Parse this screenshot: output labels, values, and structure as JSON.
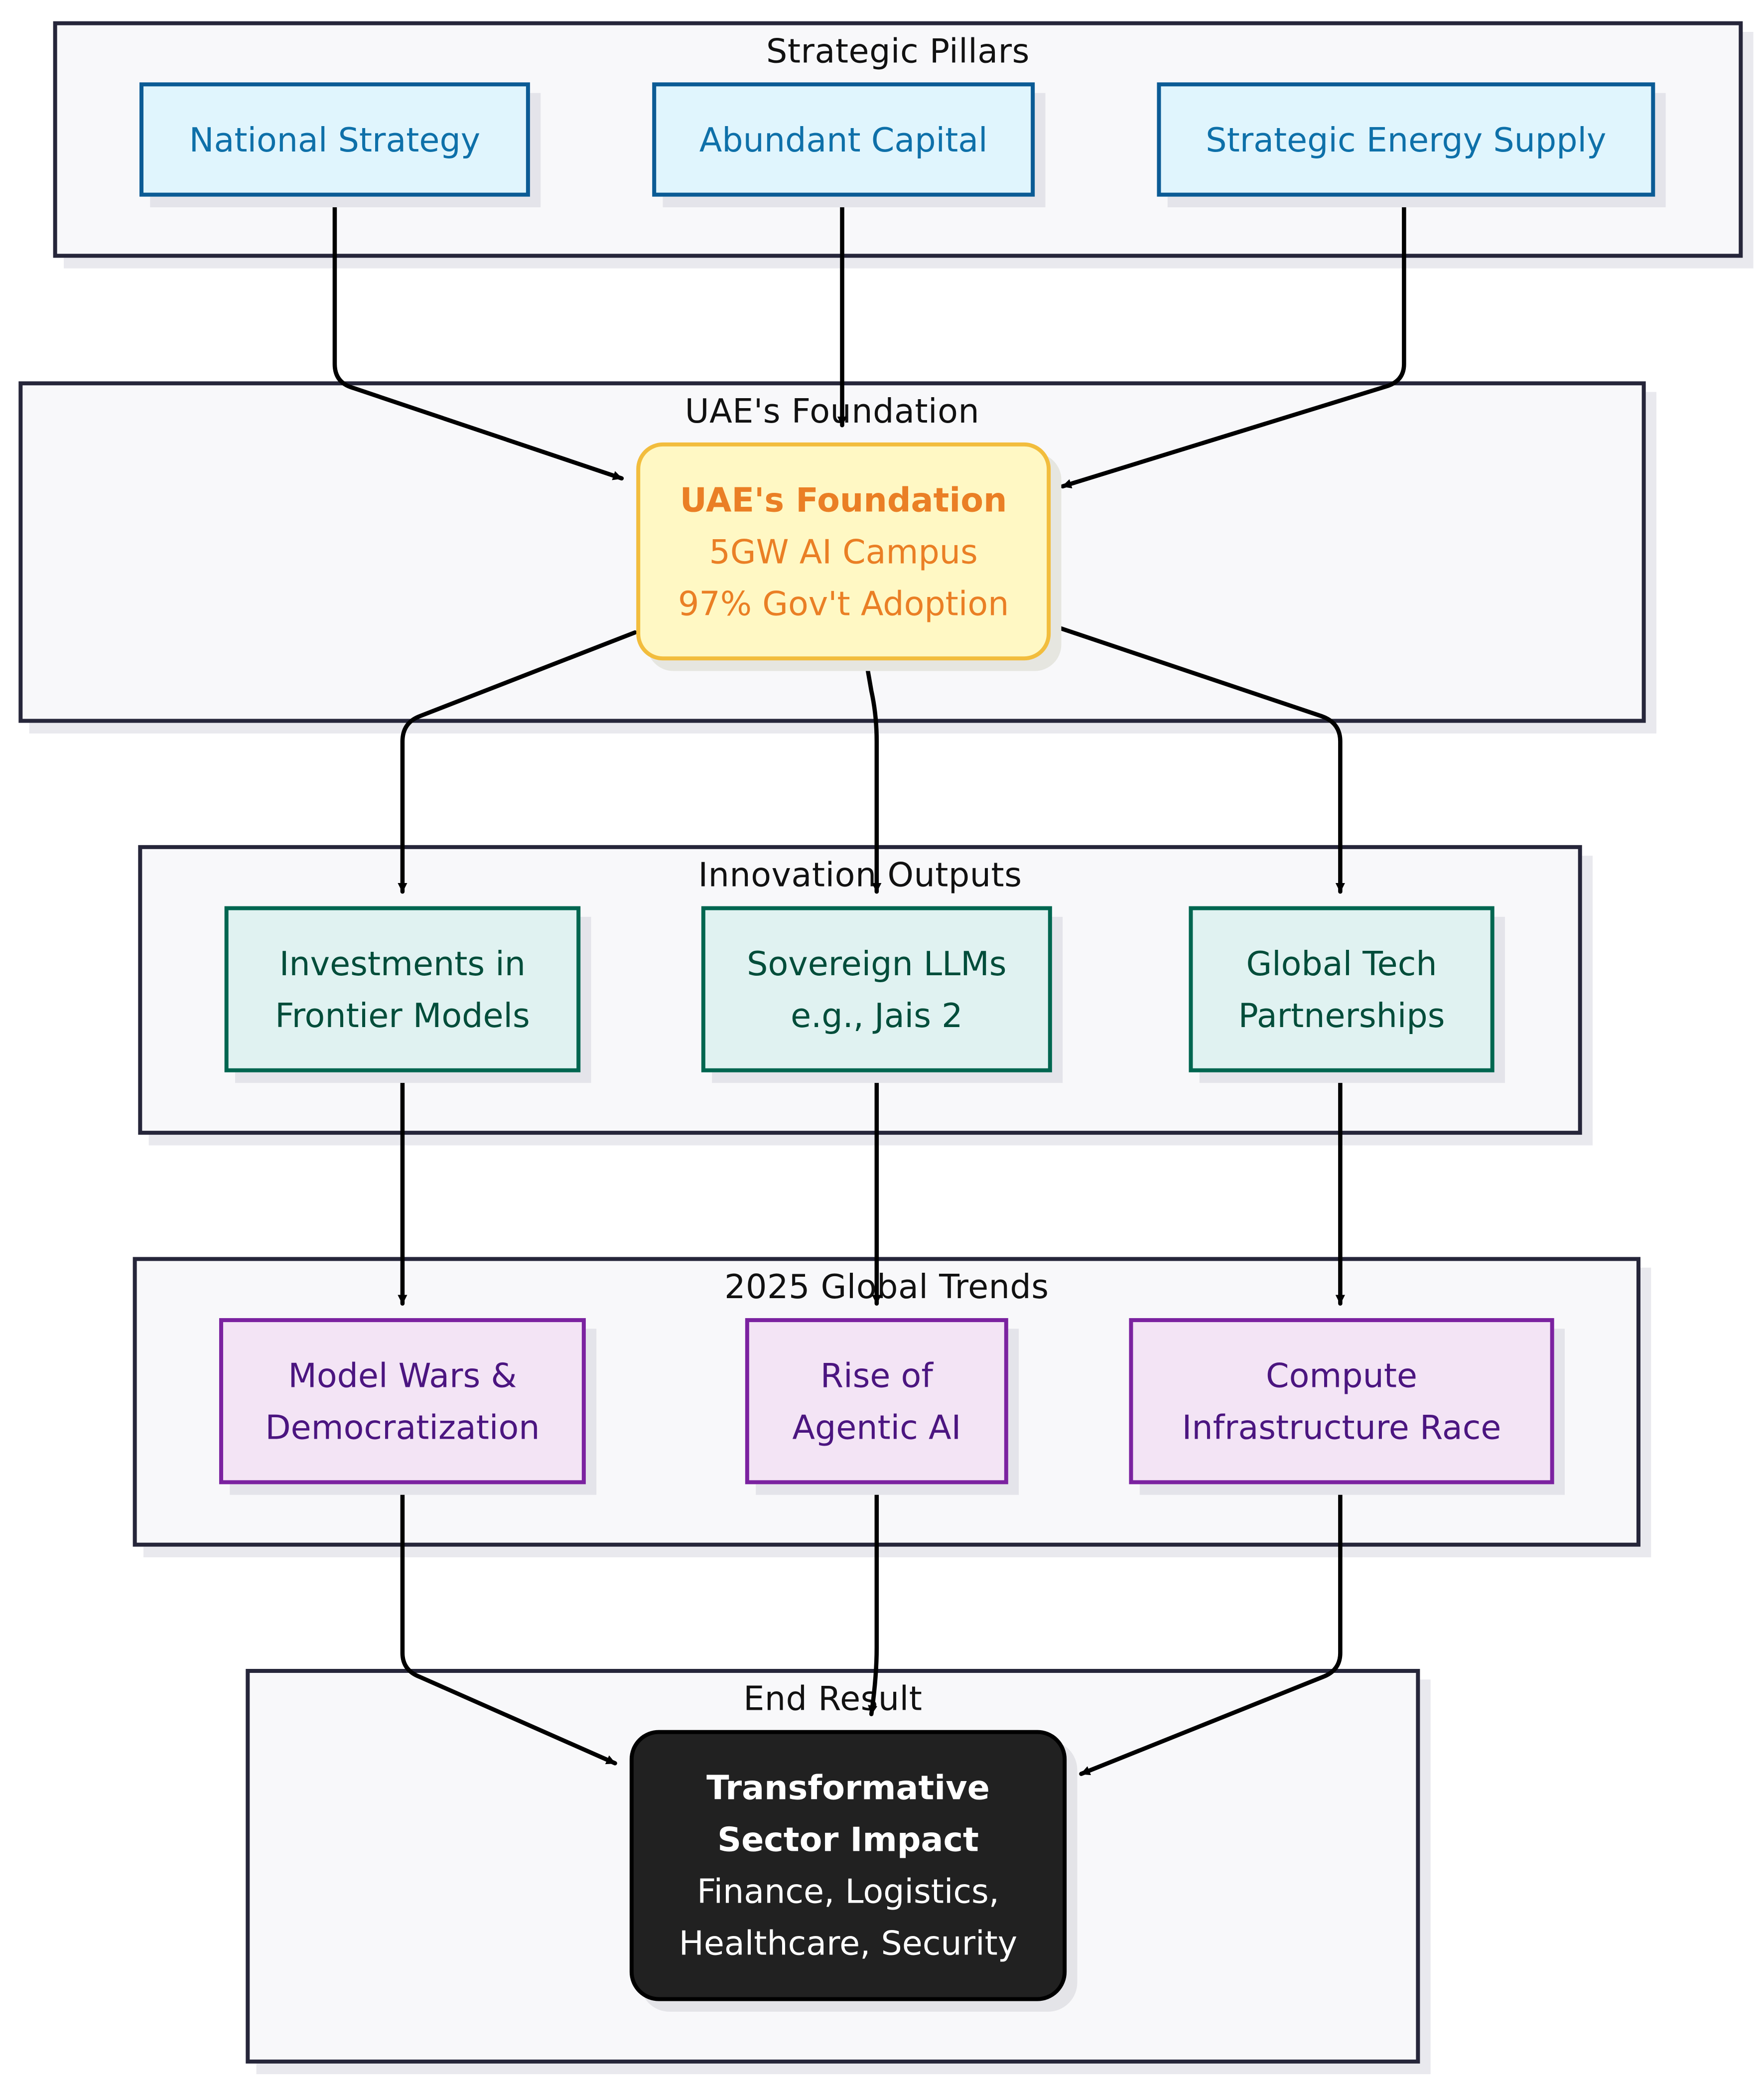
{
  "groups": {
    "pillars": "Strategic Pillars",
    "foundation": "UAE's Foundation",
    "outputs": "Innovation Outputs",
    "trends": "2025 Global Trends",
    "result": "End Result"
  },
  "nodes": {
    "national_strategy": "National Strategy",
    "abundant_capital": "Abundant Capital",
    "energy_supply": "Strategic Energy Supply",
    "foundation": {
      "title": "UAE's Foundation",
      "line1": "5GW AI Campus",
      "line2": "97% Gov't Adoption"
    },
    "investments": {
      "line1": "Investments in",
      "line2": "Frontier Models"
    },
    "sovereign": {
      "line1": "Sovereign LLMs",
      "line2": "e.g., Jais 2"
    },
    "partnerships": {
      "line1": "Global Tech",
      "line2": "Partnerships"
    },
    "model_wars": {
      "line1": "Model Wars &",
      "line2": "Democratization"
    },
    "agentic": {
      "line1": "Rise of",
      "line2": "Agentic AI"
    },
    "compute": {
      "line1": "Compute",
      "line2": "Infrastructure Race"
    },
    "impact": {
      "title1": "Transformative",
      "title2": "Sector Impact",
      "line1": "Finance, Logistics,",
      "line2": "Healthcare, Security"
    }
  },
  "colors": {
    "pillar_fill": "#e0f5fd",
    "pillar_border": "#0b5b95",
    "foundation_fill": "#fff8c4",
    "foundation_border": "#f2bd3d",
    "foundation_text": "#ea7f25",
    "output_fill": "#e0f2f1",
    "output_border": "#006650",
    "trend_fill": "#f3e4f5",
    "trend_border": "#7b22a0",
    "result_fill": "#212121",
    "edge": "#000000"
  }
}
